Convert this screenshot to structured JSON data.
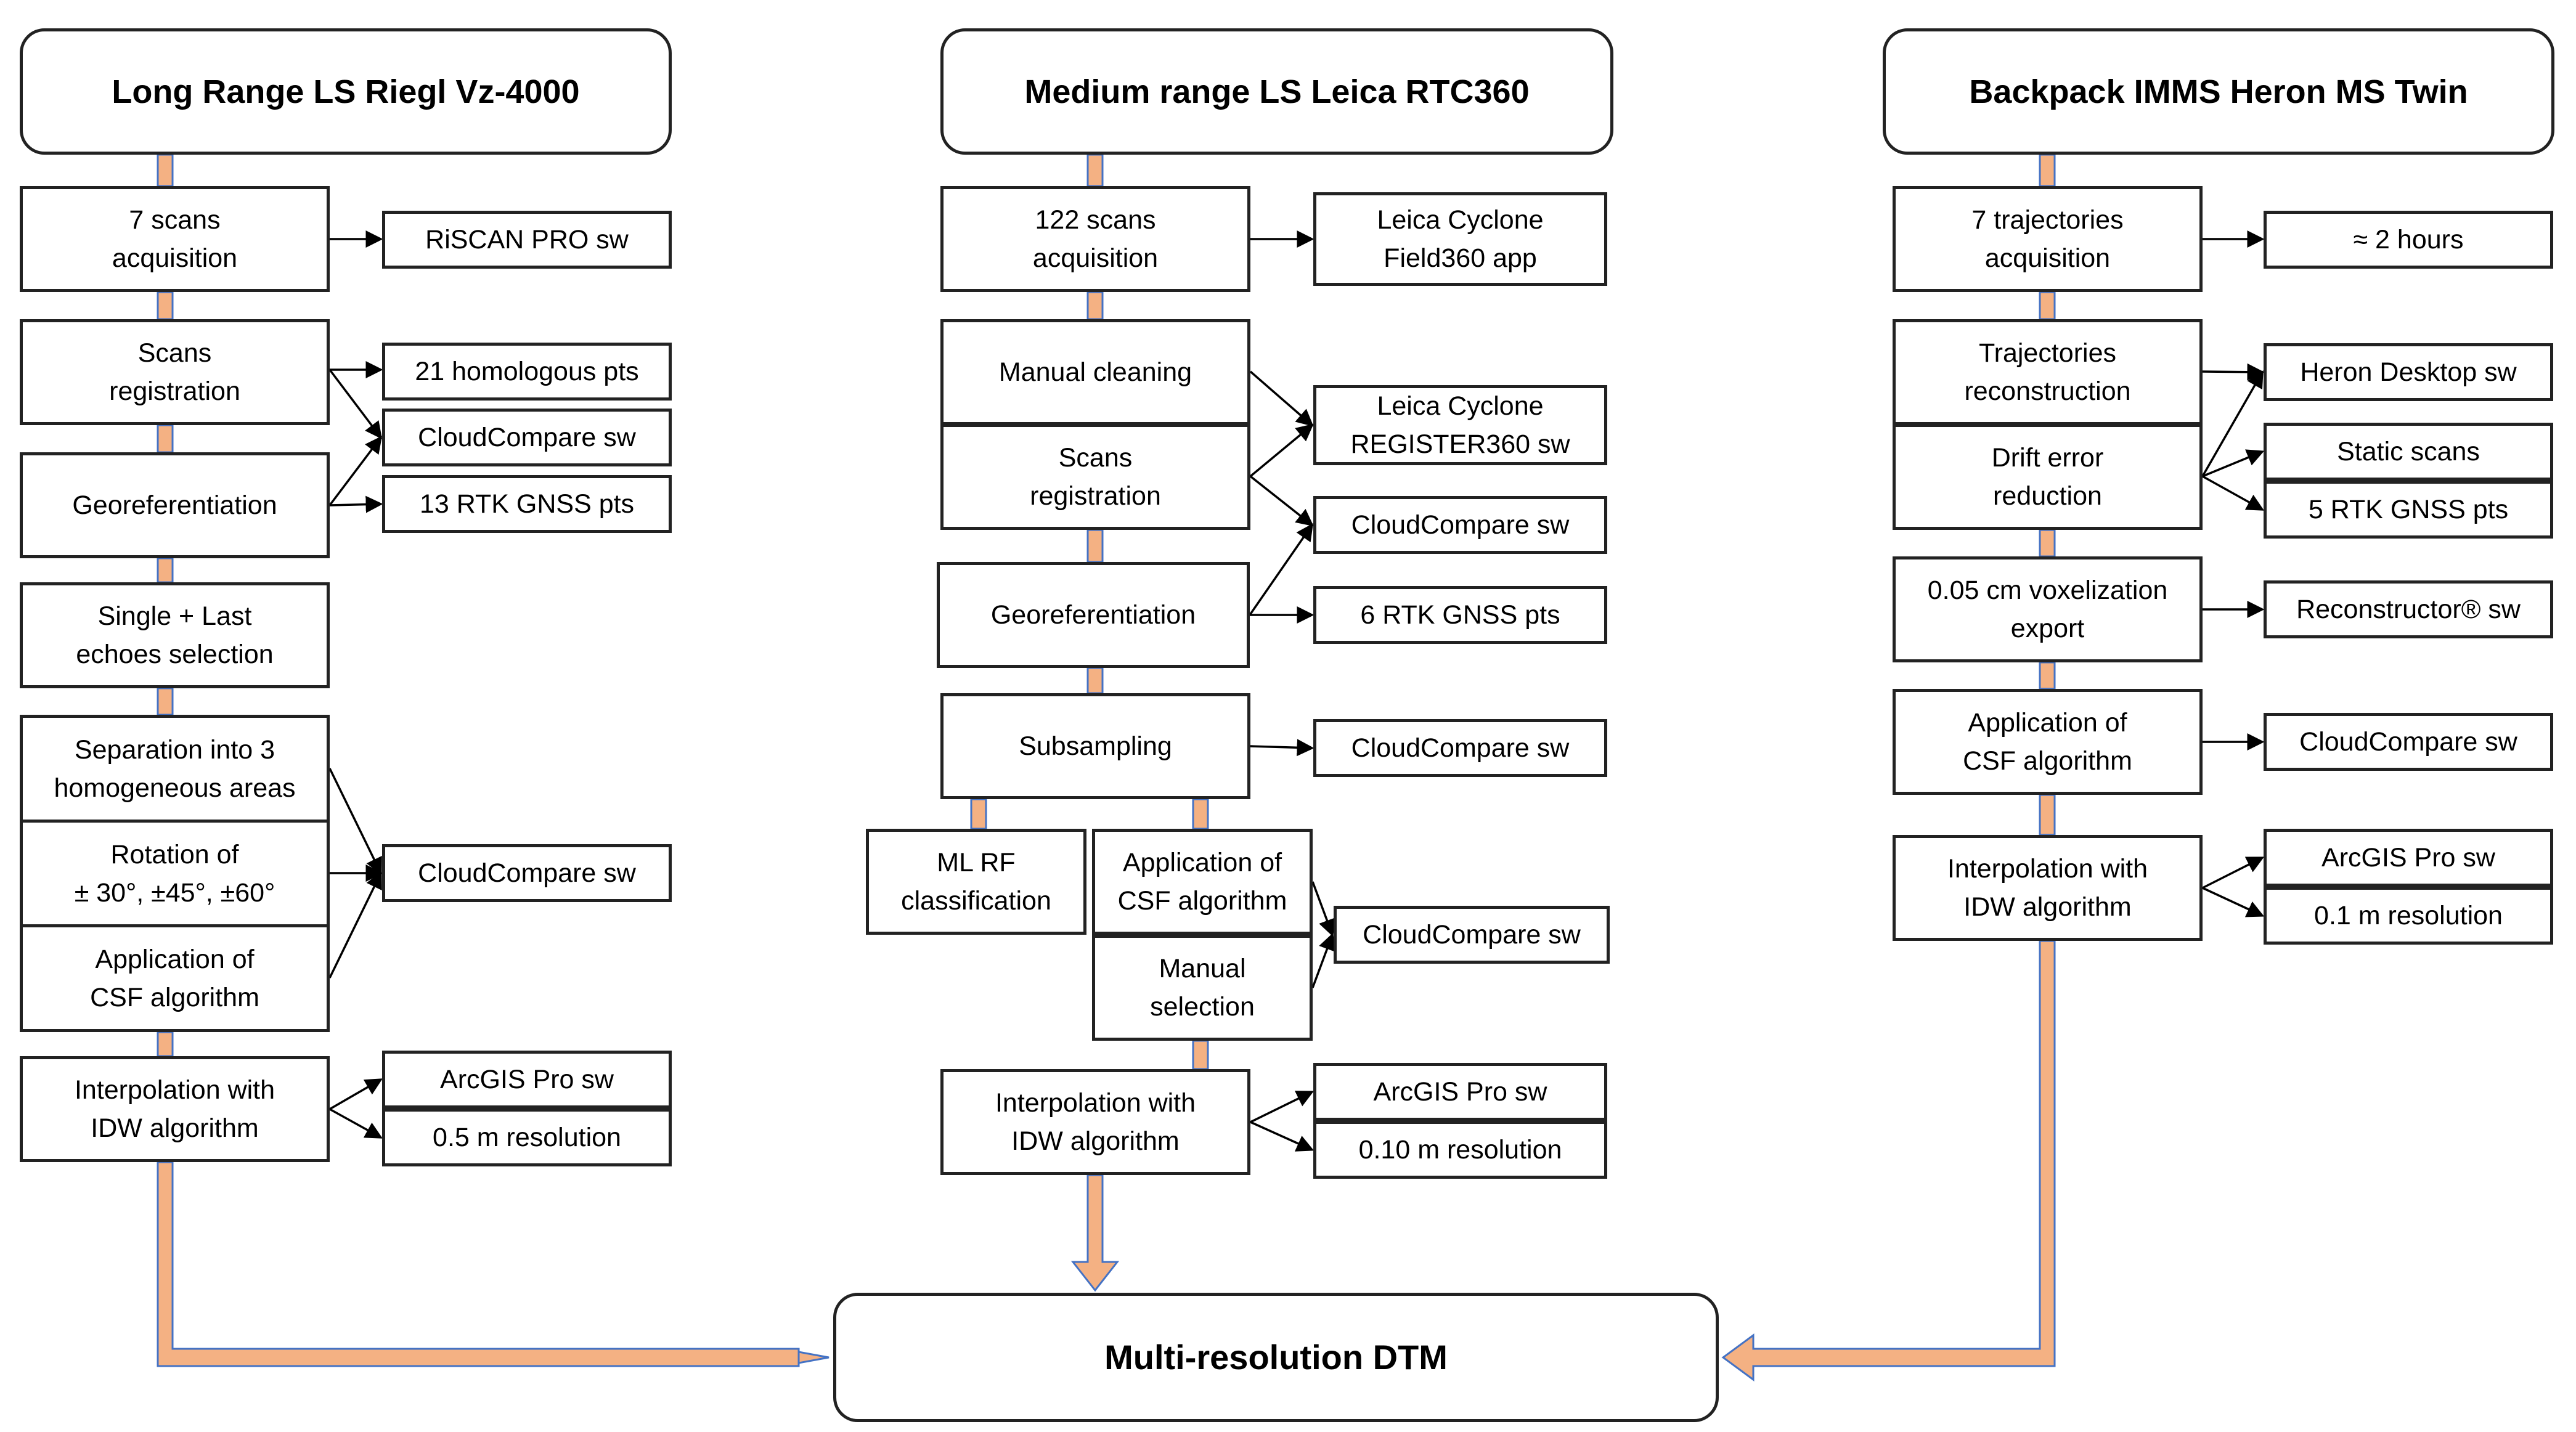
{
  "colors": {
    "flow": "#F4B183",
    "flow_edge": "#4472C4",
    "border": "#222222"
  },
  "columns": [
    {
      "title": "Long Range LS Riegl Vz-4000",
      "steps": [
        "7 scans\nacquisition",
        "Scans\nregistration",
        "Georeferentiation",
        "Single + Last\nechoes selection",
        "Separation into 3\nhomogeneous areas",
        "Rotation of\n± 30°, ±45°, ±60°",
        "Application of\nCSF algorithm",
        "Interpolation with\nIDW algorithm"
      ],
      "tools": [
        "RiSCAN PRO sw",
        "21 homologous pts",
        "CloudCompare sw",
        "13 RTK GNSS pts",
        "CloudCompare sw",
        "ArcGIS Pro sw",
        "0.5 m resolution"
      ]
    },
    {
      "title": "Medium range LS Leica RTC360",
      "steps": [
        "122 scans\nacquisition",
        "Manual cleaning",
        "Scans\nregistration",
        "Georeferentiation",
        "Subsampling",
        "ML RF\nclassification",
        "Application of\nCSF algorithm",
        "Manual\nselection",
        "Interpolation with\nIDW algorithm"
      ],
      "tools": [
        "Leica Cyclone\nField360 app",
        "Leica Cyclone\nREGISTER360 sw",
        "CloudCompare sw",
        "6 RTK GNSS pts",
        "CloudCompare sw",
        "CloudCompare sw",
        "ArcGIS Pro sw",
        "0.10 m resolution"
      ]
    },
    {
      "title": "Backpack IMMS Heron MS Twin",
      "steps": [
        "7 trajectories\nacquisition",
        "Trajectories\nreconstruction",
        "Drift error\nreduction",
        "0.05 cm voxelization\nexport",
        "Application of\nCSF algorithm",
        "Interpolation with\nIDW algorithm"
      ],
      "tools": [
        "≈ 2 hours",
        "Heron Desktop sw",
        "Static scans",
        "5 RTK GNSS pts",
        "Reconstructor® sw",
        "CloudCompare sw",
        "ArcGIS Pro sw",
        "0.1 m resolution"
      ]
    }
  ],
  "output": "Multi-resolution DTM"
}
